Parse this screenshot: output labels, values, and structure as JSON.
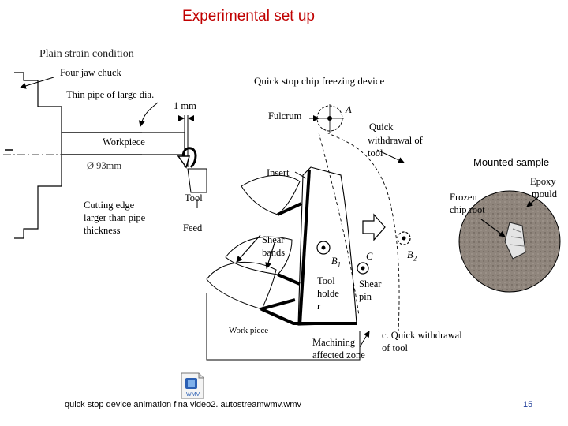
{
  "title": "Experimental set up",
  "labels": {
    "plain_strain": "Plain strain condition",
    "four_jaw_chuck": "Four jaw chuck",
    "quick_stop_device": "Quick stop chip freezing device",
    "thin_pipe": "Thin pipe of large dia.",
    "one_mm": "1 mm",
    "fulcrum": "Fulcrum",
    "point_a": "A",
    "quick_withdrawal_tool": [
      "Quick",
      "withdrawal of",
      "tool"
    ],
    "workpiece": "Workpiece",
    "diameter": "Ø 93mm",
    "insert": "Insert",
    "mounted_sample": "Mounted sample",
    "epoxy_mould": [
      "Epoxy",
      "mould"
    ],
    "cutting_edge": [
      "Cutting edge",
      "larger than pipe",
      "thickness"
    ],
    "tool": "Tool",
    "feed": "Feed",
    "frozen_chip_root": [
      "Frozen",
      "chip root"
    ],
    "shear_bands": [
      "Shear",
      "bands"
    ],
    "b1": "B",
    "b1_sub": "1",
    "c": "C",
    "b2": "B",
    "b2_sub": "2",
    "tool_holder": [
      "Tool",
      "holde",
      "r"
    ],
    "shear_pin": [
      "Shear",
      "pin"
    ],
    "work_piece": "Work piece",
    "machining_affected_zone": [
      "Machining",
      "affected zone"
    ],
    "quick_withdrawal_caption": [
      "c. Quick withdrawal",
      "of tool"
    ]
  },
  "media_icon_label": "WMV",
  "caption": "quick stop device animation fina video2. autostreamwmv.wmv",
  "page_number": "15",
  "colors": {
    "title": "#c00000",
    "page_number": "#1f3d99",
    "sample_disk": "#8f857c",
    "media_icon": "#2b5fb3"
  }
}
